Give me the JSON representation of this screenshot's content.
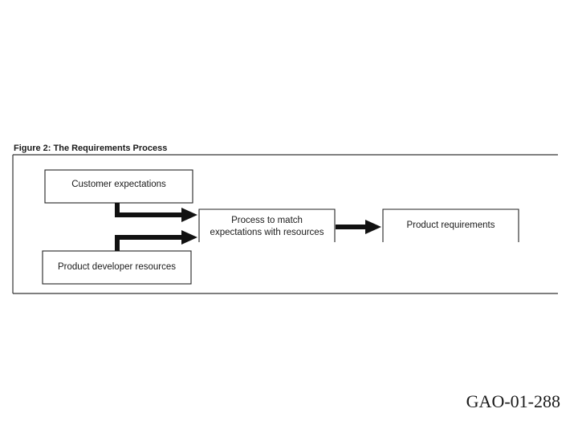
{
  "figure": {
    "title": "Figure 2:  The Requirements Process"
  },
  "nodes": {
    "customer": "Customer expectations",
    "process_line1": "Process to match",
    "process_line2": "expectations with resources",
    "requirements": "Product requirements",
    "developer": "Product developer resources"
  },
  "footer": {
    "code": "GAO-01-288"
  }
}
